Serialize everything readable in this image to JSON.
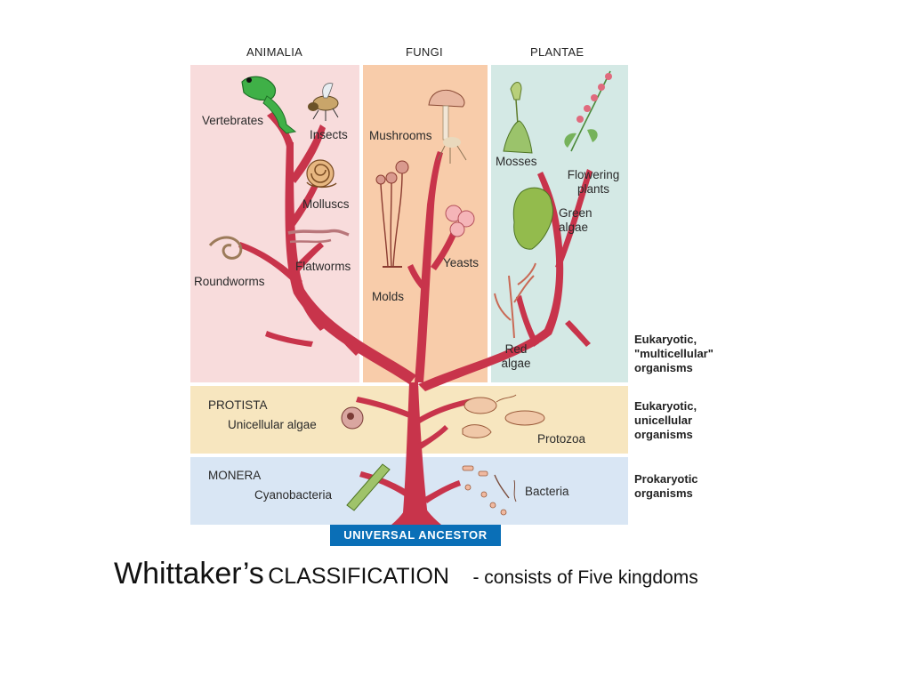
{
  "columns": {
    "animalia": "ANIMALIA",
    "fungi": "FUNGI",
    "plantae": "PLANTAE"
  },
  "animalia_labels": {
    "vertebrates": "Vertebrates",
    "insects": "Insects",
    "molluscs": "Molluscs",
    "roundworms": "Roundworms",
    "flatworms": "Flatworms"
  },
  "fungi_labels": {
    "mushrooms": "Mushrooms",
    "yeasts": "Yeasts",
    "molds": "Molds"
  },
  "plantae_labels": {
    "mosses": "Mosses",
    "flowering_1": "Flowering",
    "flowering_2": "plants",
    "green_1": "Green",
    "green_2": "algae",
    "red_1": "Red",
    "red_2": "algae"
  },
  "protista": {
    "title": "PROTISTA",
    "unicellular_algae": "Unicellular algae",
    "protozoa": "Protozoa"
  },
  "monera": {
    "title": "MONERA",
    "cyanobacteria": "Cyanobacteria",
    "bacteria": "Bacteria"
  },
  "side_labels": {
    "multicellular_1": "Eukaryotic,",
    "multicellular_2": "\"multicellular\"",
    "multicellular_3": "organisms",
    "unicellular_1": "Eukaryotic,",
    "unicellular_2": "unicellular",
    "unicellular_3": "organisms",
    "prokaryotic_1": "Prokaryotic",
    "prokaryotic_2": "organisms"
  },
  "ancestor": "UNIVERSAL ANCESTOR",
  "caption": {
    "part1": "Whittaker’s",
    "part2": "CLASSIFICATION",
    "part3": "- consists of Five kingdoms"
  },
  "colors": {
    "animalia_bg": "#f8dcdc",
    "fungi_bg": "#f8ccaa",
    "plantae_bg": "#d4e9e5",
    "protista_bg": "#f7e6bf",
    "monera_bg": "#d9e6f4",
    "tree": "#c8344b",
    "ancestor_bg": "#0a6fb7"
  }
}
